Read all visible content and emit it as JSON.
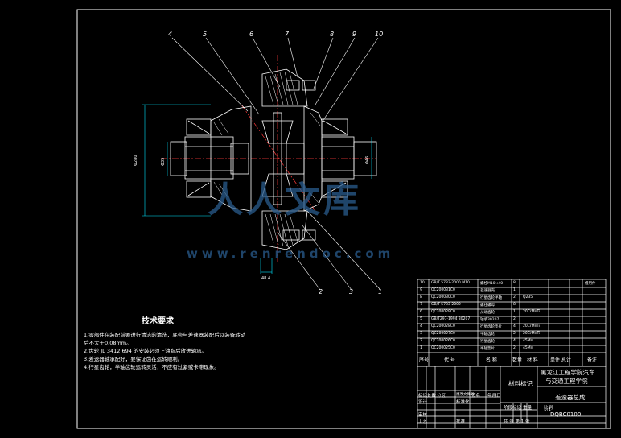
{
  "window": {
    "background": "#000000",
    "line_color": "#ffffff",
    "accent_colors": {
      "red": "#ff3b3b",
      "cyan": "#00e5ff",
      "green": "#00ff66",
      "watermark": "#2a5c8e"
    }
  },
  "balloons": [
    "4",
    "5",
    "6",
    "7",
    "8",
    "9",
    "10",
    "2",
    "3",
    "1"
  ],
  "technical_requirements": {
    "title": "技术要求",
    "lines": [
      "1.零部件在装配前要进行清洁的清洗，底壳与差速器装配后以装备转动",
      "后不大于0.08mm。",
      "2.齿轮 JL 3412 694 的安装必须上油脂后放进轴承。",
      "3.差速器轴承配好，要保证齿在运转顺利。",
      "4.行星齿轮，半轴齿轮运转灵活，不应有过紧或卡滞现象。"
    ]
  },
  "parts_list": {
    "rows": [
      {
        "no": "10",
        "code": "GB/T 5783-2000 M10",
        "name": "螺栓M10×40",
        "qty": "8",
        "mat": "",
        "note": "借用件"
      },
      {
        "no": "9",
        "code": "QC200031C0",
        "name": "差速器壳",
        "qty": "1",
        "mat": "",
        "note": ""
      },
      {
        "no": "8",
        "code": "QC200030C0",
        "name": "行星齿轮半轴",
        "qty": "2",
        "mat": "Q235",
        "note": ""
      },
      {
        "no": "7",
        "code": "GB/T 5783-2000",
        "name": "螺栓螺母",
        "qty": "8",
        "mat": "",
        "note": ""
      },
      {
        "no": "6",
        "code": "QC200029C0",
        "name": "从动齿轮",
        "qty": "1",
        "mat": "20CrMnTi",
        "note": ""
      },
      {
        "no": "5",
        "code": "GB/T297-1994 30207",
        "name": "轴承30207",
        "qty": "2",
        "mat": "",
        "note": ""
      },
      {
        "no": "4",
        "code": "QC200028C0",
        "name": "行星齿轮垫片",
        "qty": "4",
        "mat": "20CrMnTi",
        "note": ""
      },
      {
        "no": "3",
        "code": "QC200027C0",
        "name": "半轴齿轮",
        "qty": "2",
        "mat": "20CrMnTi",
        "note": ""
      },
      {
        "no": "2",
        "code": "QC200026C0",
        "name": "行星齿轮",
        "qty": "4",
        "mat": "45Mn",
        "note": ""
      },
      {
        "no": "1",
        "code": "QC200025C0",
        "name": "半轴垫片",
        "qty": "2",
        "mat": "45Mn",
        "note": ""
      }
    ],
    "header": {
      "no": "序号",
      "code": "代 号",
      "name": "名 称",
      "qty": "数量",
      "mat": "材 料",
      "unit": "单件 总计",
      "weight": "重量",
      "note": "备注"
    }
  },
  "title_block": {
    "material_mark": "材料标记",
    "school": "黑龙江工程学院汽车",
    "school2": "与交通工程学院",
    "drawing_name": "差速器总成",
    "drawing_no": "DQBC0100",
    "scale": "1:1",
    "sheets": "共 张 第 1 张",
    "labels": [
      "标记",
      "处数",
      "分区",
      "更改文件号",
      "签名",
      "年月日",
      "设计",
      "标准化",
      "审核",
      "工艺",
      "批准",
      "阶段标记",
      "重量",
      "比例"
    ]
  },
  "watermark": {
    "text": "人人文库",
    "url": "www.renrendoc.com"
  }
}
